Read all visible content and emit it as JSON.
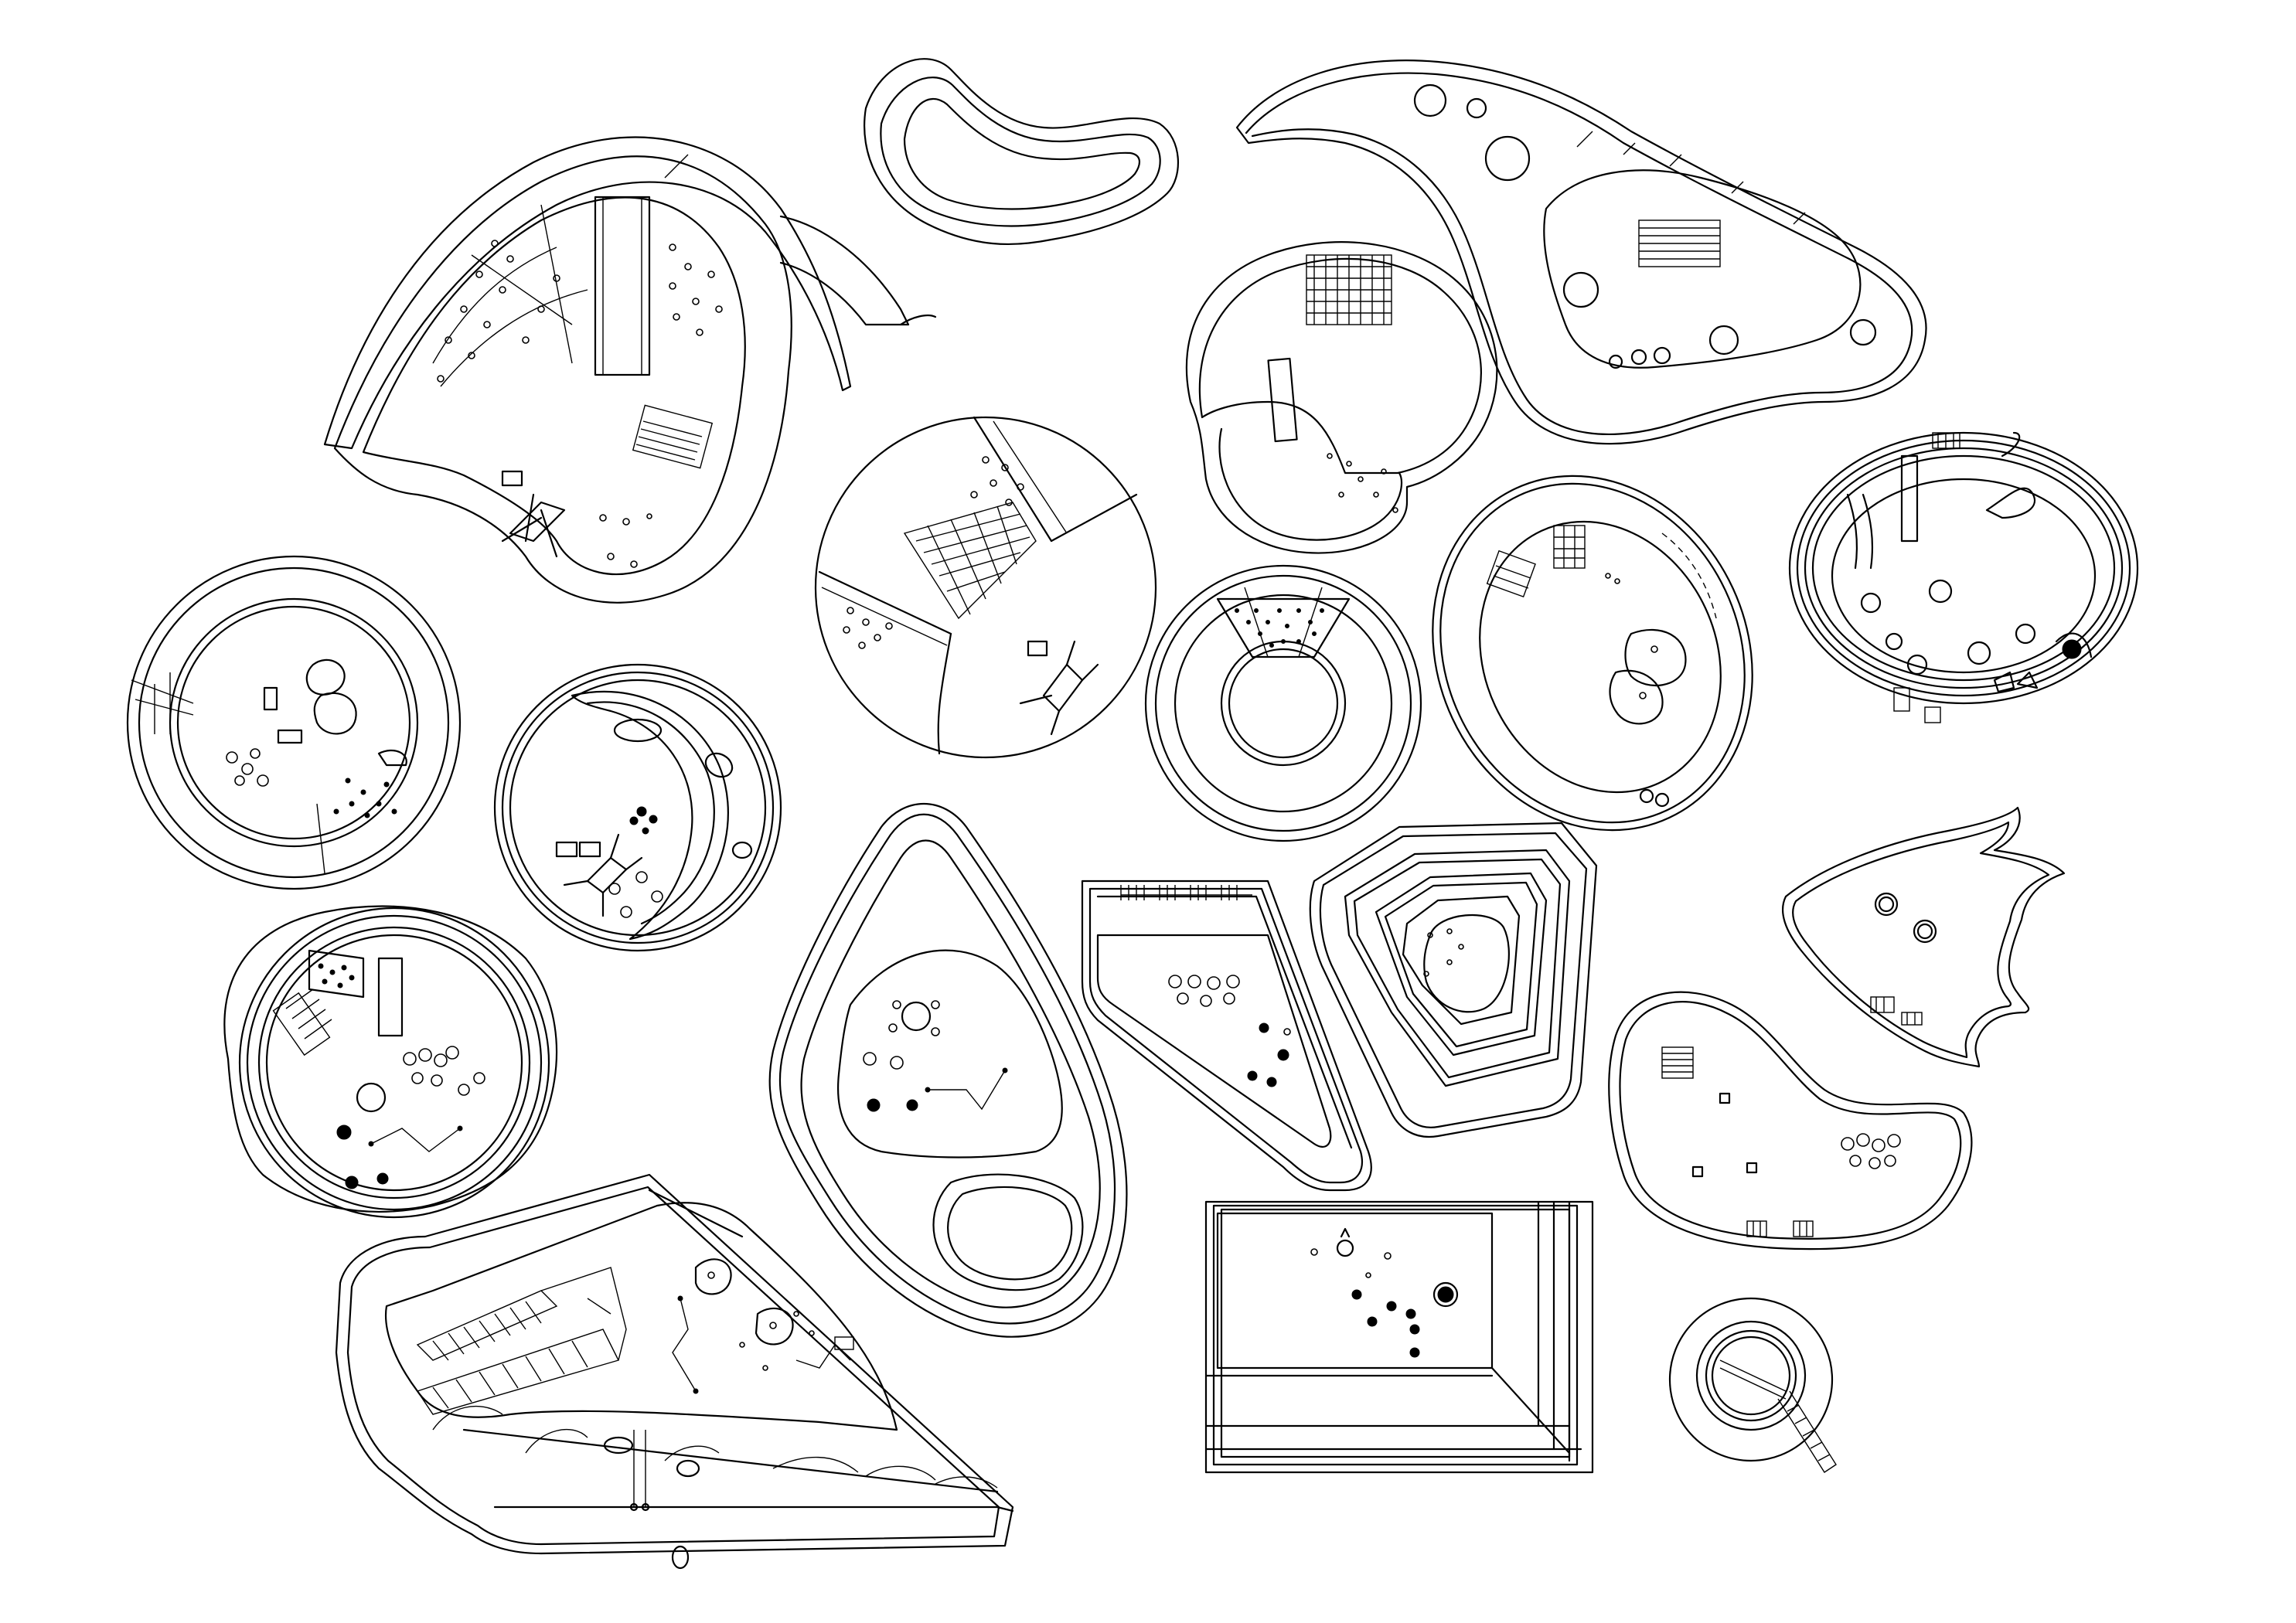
{
  "drawing": {
    "title": "",
    "background": "#ffffff",
    "line_color": "#000000"
  },
  "plans": [
    {
      "id": "plan-01",
      "shape": "curved-wing-pool",
      "features": [
        "climbing-wall",
        "straight-slide",
        "step-bench",
        "play-tower"
      ]
    },
    {
      "id": "plan-02",
      "shape": "kidney-basin",
      "features": []
    },
    {
      "id": "plan-03",
      "shape": "long-tail-pool",
      "features": [
        "floor-grille",
        "mushroom-sprays",
        "round-planters"
      ]
    },
    {
      "id": "plan-04",
      "shape": "horseshoe-pool",
      "features": [
        "mesh-net",
        "slide",
        "scattered-jets"
      ]
    },
    {
      "id": "plan-05",
      "shape": "concentric-round-pool",
      "features": [
        "rail-steps",
        "mushroom-sprays",
        "bubble-jets"
      ]
    },
    {
      "id": "plan-06",
      "shape": "segmented-circle-pool",
      "features": [
        "cargo-net",
        "play-tower",
        "stepping-stones"
      ]
    },
    {
      "id": "plan-07",
      "shape": "ring-pool",
      "features": [
        "dotted-entry-wedge"
      ]
    },
    {
      "id": "plan-08",
      "shape": "oval-pool",
      "features": [
        "ladder-nets",
        "mushroom-sprays"
      ]
    },
    {
      "id": "plan-09",
      "shape": "ribbed-oval-pool",
      "features": [
        "slides",
        "stepping-circles",
        "wave-feature"
      ]
    },
    {
      "id": "plan-10",
      "shape": "crescent-round-pool",
      "features": [
        "play-tower",
        "bubble-jets"
      ]
    },
    {
      "id": "plan-11",
      "shape": "round-deck-pool",
      "features": [
        "dotted-lounge",
        "slide",
        "water-cannons",
        "rail-lines"
      ]
    },
    {
      "id": "plan-12",
      "shape": "tear-drop-pool",
      "features": [
        "spray-ring",
        "path-rail",
        "oval-island"
      ]
    },
    {
      "id": "plan-13",
      "shape": "trapezoid-pool",
      "features": [
        "step-bench",
        "water-cannons"
      ]
    },
    {
      "id": "plan-14",
      "shape": "stepped-polygon-pool",
      "features": [
        "terraces"
      ]
    },
    {
      "id": "plan-15",
      "shape": "bat-wing-pool",
      "features": [
        "round-drains",
        "steps"
      ]
    },
    {
      "id": "plan-16",
      "shape": "bean-pool",
      "features": [
        "grille",
        "water-cannons",
        "steps"
      ]
    },
    {
      "id": "plan-17",
      "shape": "wedge-deck-pool",
      "features": [
        "twin-slides",
        "rail-lines",
        "mushroom-sprays"
      ]
    },
    {
      "id": "plan-18",
      "shape": "rectangular-stepped-pool",
      "features": [
        "scattered-jets"
      ]
    },
    {
      "id": "plan-19",
      "shape": "small-round-spa",
      "features": [
        "ladder"
      ]
    }
  ]
}
